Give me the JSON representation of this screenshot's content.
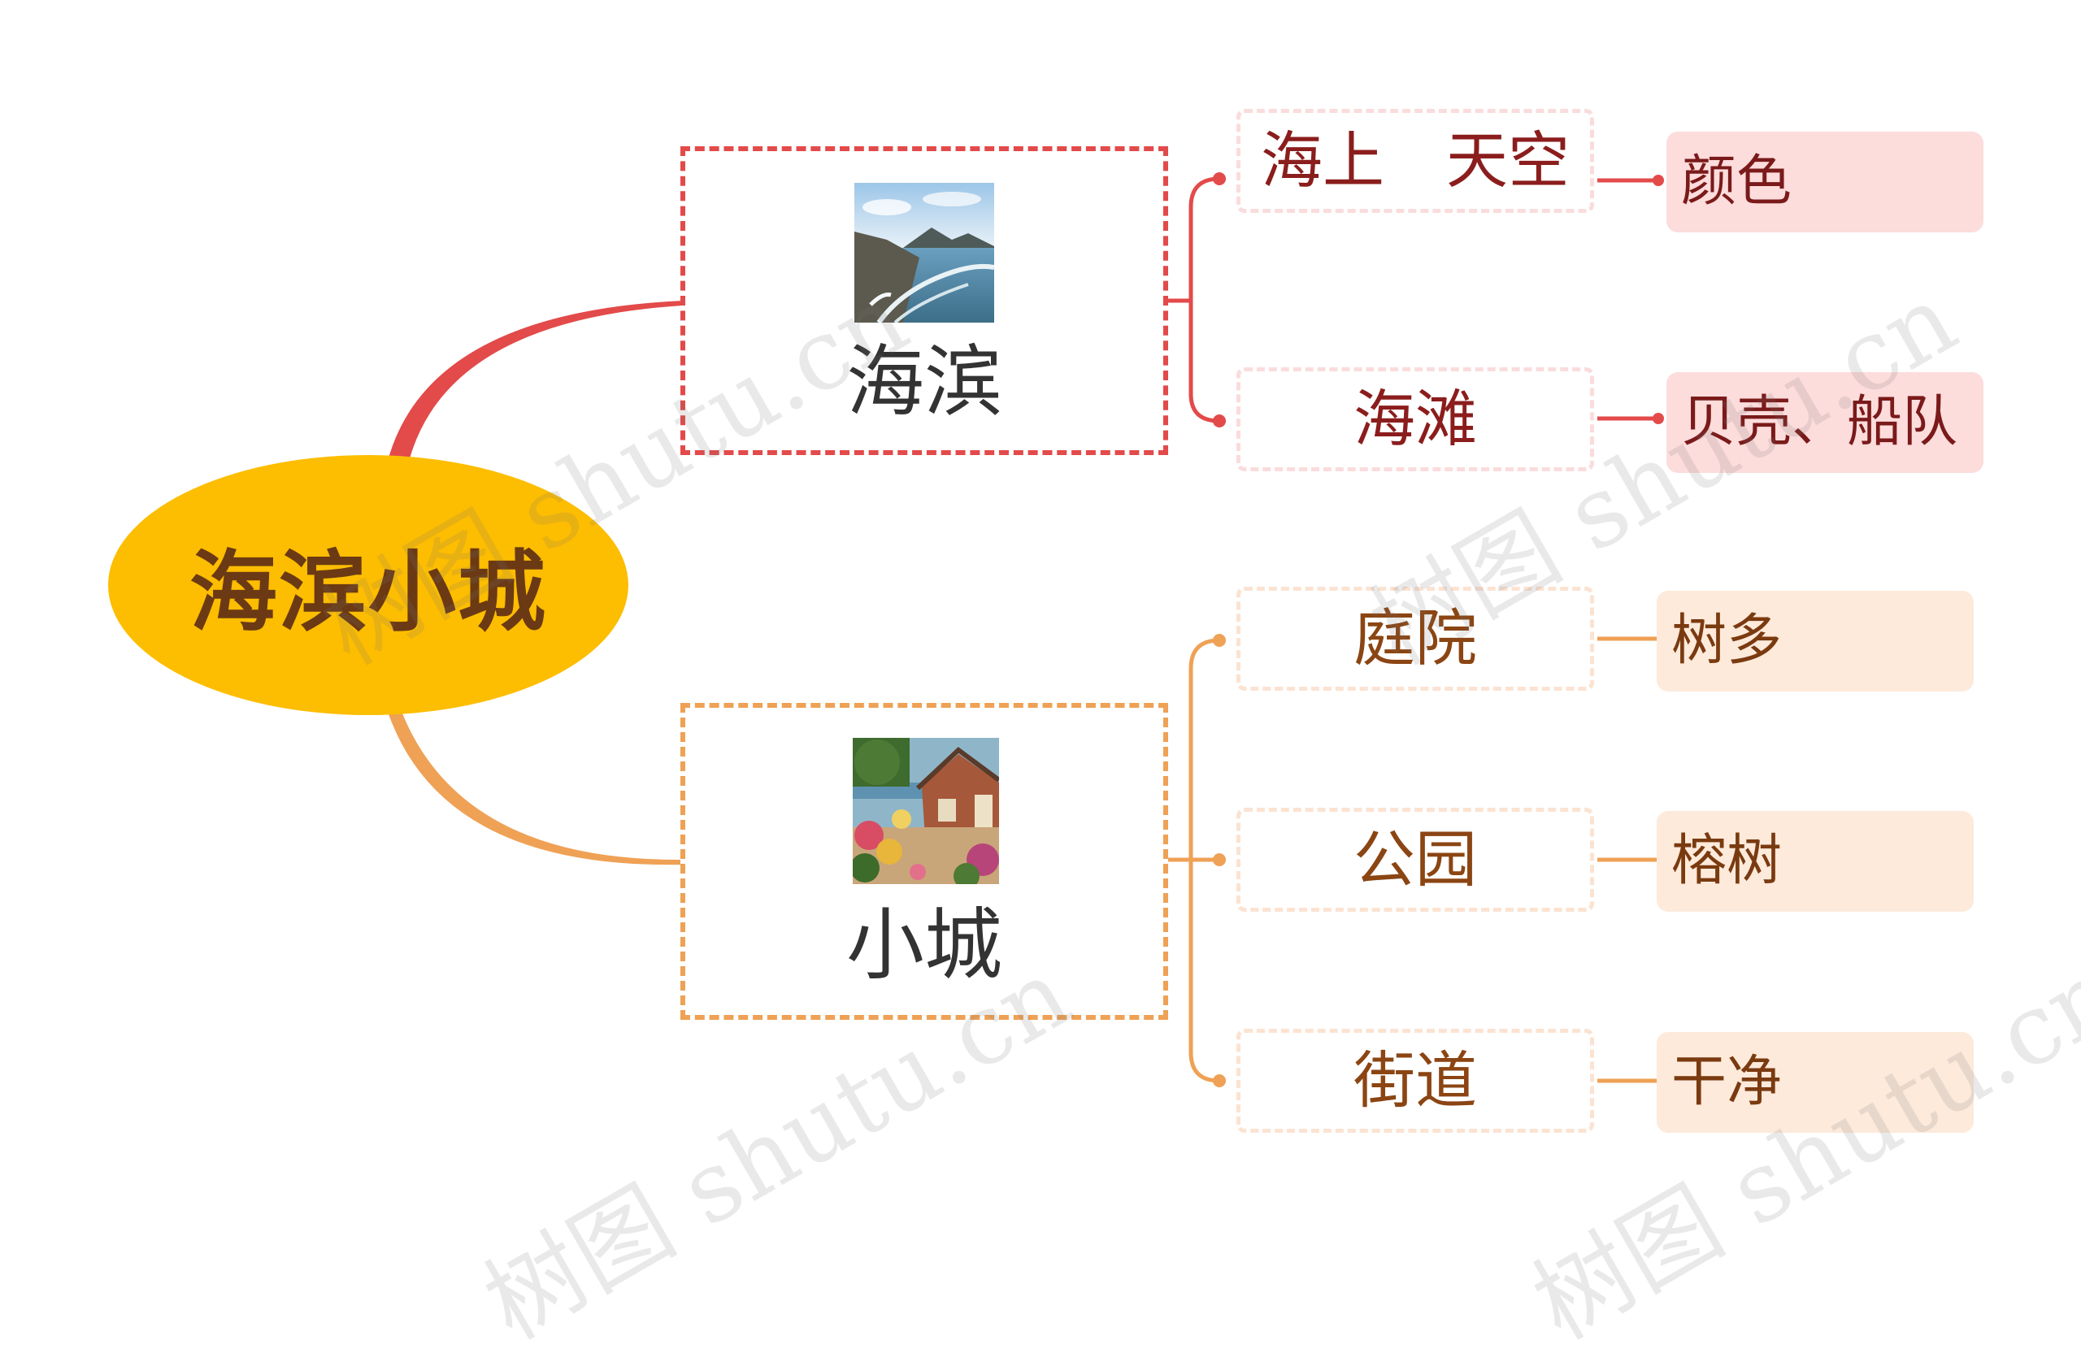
{
  "root": {
    "label": "海滨小城"
  },
  "branches": [
    {
      "label": "海滨",
      "image": "seaside-photo",
      "color": "#E34A4A",
      "children": [
        {
          "label": "海上　天空",
          "leaf": "颜色"
        },
        {
          "label": "海滩",
          "leaf": "贝壳、船队"
        }
      ]
    },
    {
      "label": "小城",
      "image": "town-painting",
      "color": "#EFA155",
      "children": [
        {
          "label": "庭院",
          "leaf": "树多"
        },
        {
          "label": "公园",
          "leaf": "榕树"
        },
        {
          "label": "街道",
          "leaf": "干净"
        }
      ]
    }
  ],
  "watermark": "树图 shutu.cn",
  "colors": {
    "root_fill": "#FDBD00",
    "root_text": "#6B3A14",
    "red": "#E34A4A",
    "orange": "#EFA155",
    "red_leaf_fill": "#FDDCDC",
    "orange_leaf_fill": "#FDEADB"
  }
}
